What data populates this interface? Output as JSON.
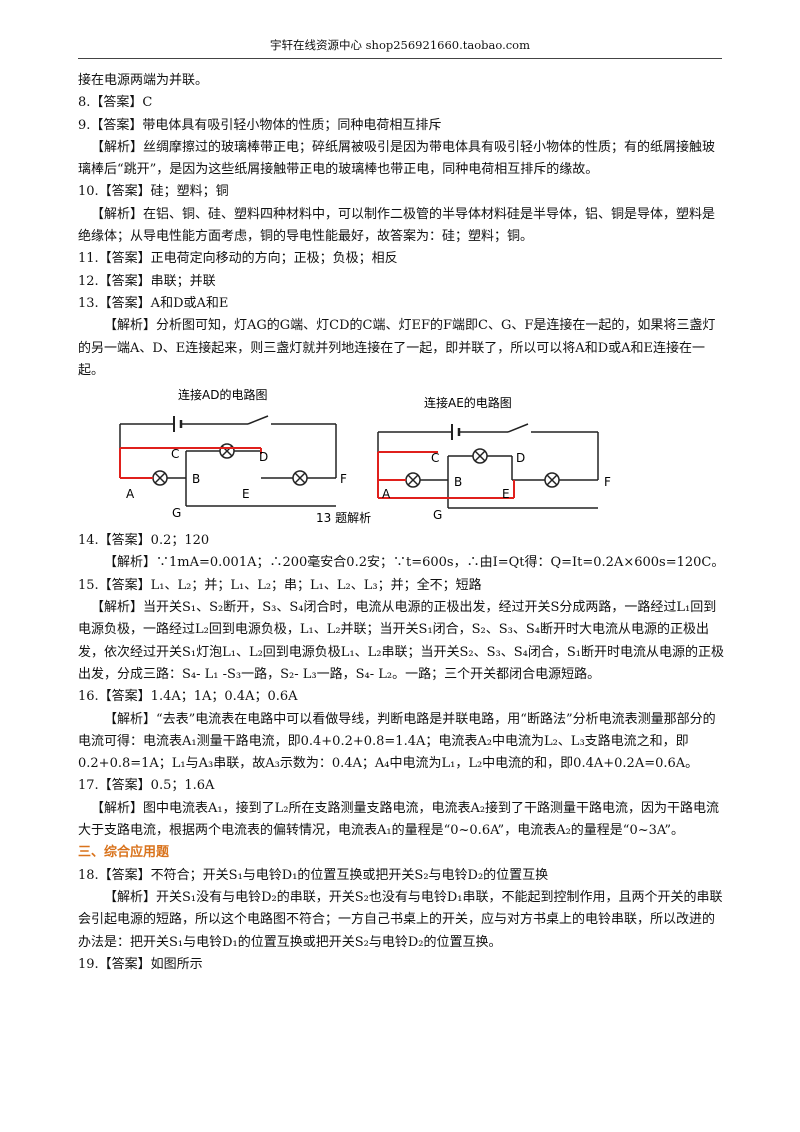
{
  "header": {
    "text": "宇轩在线资源中心    shop256921660.taobao.com"
  },
  "lines": {
    "l1": "接在电源两端为并联。",
    "q8": "8.【答案】C",
    "q9": "9.【答案】带电体具有吸引轻小物体的性质；同种电荷相互排斥",
    "q9e": "【解析】丝绸摩擦过的玻璃棒带正电；碎纸屑被吸引是因为带电体具有吸引轻小物体的性质；有的纸屑接触玻璃棒后“跳开”，是因为这些纸屑接触带正电的玻璃棒也带正电，同种电荷相互排斥的缘故。",
    "q10": "10.【答案】硅；塑料；铜",
    "q10e": "【解析】在铝、铜、硅、塑料四种材料中，可以制作二极管的半导体材料硅是半导体，铝、铜是导体，塑料是绝缘体；从导电性能方面考虑，铜的导电性能最好，故答案为：硅；塑料；铜。",
    "q11": "11.【答案】正电荷定向移动的方向；正极；负极；相反",
    "q12": "12.【答案】串联；并联",
    "q13": "13.【答案】A和D或A和E",
    "q13e": "【解析】分析图可知，灯AG的G端、灯CD的C端、灯EF的F端即C、G、F是连接在一起的，如果将三盏灯的另一端A、D、E连接起来，则三盏灯就并列地连接在了一起，即并联了，所以可以将A和D或A和E连接在一起。",
    "q14": "14.【答案】0.2；120",
    "q14e": "【解析】∵1mA=0.001A；∴200毫安合0.2安；∵t=600s，∴由I=Qt得：Q=It=0.2A×600s=120C。",
    "q15": "15.【答案】L₁、L₂；并；L₁、L₂；串；L₁、L₂、L₃；并；全不；短路",
    "q15e": "【解析】当开关S₁、S₂断开，S₃、S₄闭合时，电流从电源的正极出发，经过开关S分成两路，一路经过L₁回到电源负极，一路经过L₂回到电源负极，L₁、L₂并联；当开关S₁闭合，S₂、S₃、S₄断开时大电流从电源的正极出发，依次经过开关S₁灯泡L₁、L₂回到电源负极L₁、L₂串联；当开关S₂、S₃、S₄闭合，S₁断开时电流从电源的正极出发，分成三路：S₄- L₁ -S₃一路，S₂- L₃一路，S₄- L₂。一路；三个开关都闭合电源短路。",
    "q16": "16.【答案】1.4A；1A；0.4A；0.6A",
    "q16e": "【解析】“去表”电流表在电路中可以看做导线，判断电路是并联电路，用“断路法”分析电流表测量那部分的电流可得：电流表A₁测量干路电流，即0.4+0.2+0.8=1.4A；电流表A₂中电流为L₂、L₃支路电流之和，即0.2+0.8=1A；L₁与A₃串联，故A₃示数为：0.4A；A₄中电流为L₁，L₂中电流的和，即0.4A+0.2A=0.6A。",
    "q17": "17.【答案】0.5；1.6A",
    "q17e": "【解析】图中电流表A₁，接到了L₂所在支路测量支路电流，电流表A₂接到了干路测量干路电流，因为干路电流大于支路电流，根据两个电流表的偏转情况，电流表A₁的量程是“0~0.6A”，电流表A₂的量程是“0~3A”。",
    "sec3": "三、综合应用题",
    "q18": "18.【答案】不符合；开关S₁与电铃D₁的位置互换或把开关S₂与电铃D₂的位置互换",
    "q18e": "【解析】开关S₁没有与电铃D₂的串联，开关S₂也没有与电铃D₁串联，不能起到控制作用，且两个开关的串联会引起电源的短路，所以这个电路图不符合；一方自己书桌上的开关，应与对方书桌上的电铃串联，所以改进的办法是：把开关S₁与电铃D₁的位置互换或把开关S₂与电铃D₂的位置互换。",
    "q19": "19.【答案】如图所示"
  },
  "figure": {
    "left_title": "连接AD的电路图",
    "right_title": "连接AE的电路图",
    "caption": "13 题解析",
    "labels": {
      "A": "A",
      "B": "B",
      "C": "C",
      "D": "D",
      "E": "E",
      "F": "F",
      "G": "G"
    },
    "highlight_color": "#e0201c"
  }
}
